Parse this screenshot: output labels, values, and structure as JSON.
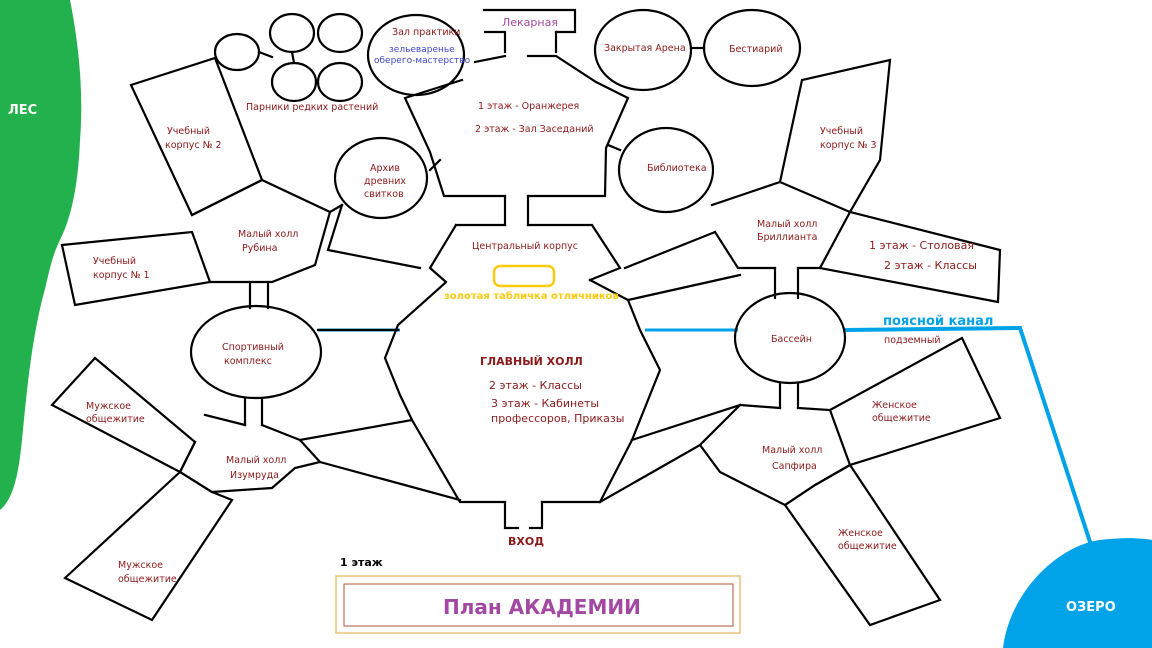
{
  "colors": {
    "forest": "#22b14c",
    "water": "#00a2e8",
    "label": "#8a1a1a",
    "title": "#a349a4",
    "plaque": "#ffc90e",
    "frame": "#e8c27a",
    "frame_inner": "#b5533c",
    "herbal": "#3f48cc"
  },
  "areas": {
    "forest": "ЛЕС",
    "lake": "ОЗЕРО",
    "canal": "поясной канал",
    "canal_sub": "подземный"
  },
  "rooms": {
    "lekarnaya": "Лекарная",
    "practice_hall": "Зал практики",
    "practice_sub1": "зельеваренье",
    "practice_sub2": "оберего-мастерство",
    "closed_arena": "Закрытая Арена",
    "bestiary": "Бестиарий",
    "greenhouses": "Парники редких растений",
    "greenhouse_floor1": "1 этаж - Оранжерея",
    "greenhouse_floor2": "2 этаж - Зал Заседаний",
    "archive_l1": "Архив",
    "archive_l2": "древних",
    "archive_l3": "свитков",
    "library": "Библиотека",
    "building2_l1": "Учебный",
    "building2_l2": "корпус № 2",
    "building3_l1": "Учебный",
    "building3_l2": "корпус № 3",
    "building1_l1": "Учебный",
    "building1_l2": "корпус № 1",
    "ruby_l1": "Малый холл",
    "ruby_l2": "Рубина",
    "brilliant_l1": "Малый холл",
    "brilliant_l2": "Бриллианта",
    "canteen_floor1": "1 этаж - Столовая",
    "canteen_floor2": "2 этаж - Классы",
    "central": "Центральный корпус",
    "plaque": "золотая табличка отличников",
    "sports_l1": "Спортивный",
    "sports_l2": "комплекс",
    "pool": "Бассейн",
    "main_hall": "ГЛАВНЫЙ ХОЛЛ",
    "main_floor2": "2 этаж - Классы",
    "main_floor3a": "3 этаж - Кабинеты",
    "main_floor3b": "профессоров, Приказы",
    "dorm_m1_l1": "Мужское",
    "dorm_m1_l2": "общежитие",
    "dorm_m2_l1": "Мужское",
    "dorm_m2_l2": "общежитие",
    "dorm_f1_l1": "Женское",
    "dorm_f1_l2": "общежитие",
    "dorm_f2_l1": "Женское",
    "dorm_f2_l2": "общежитие",
    "emerald_l1": "Малый холл",
    "emerald_l2": "Изумруда",
    "sapphire_l1": "Малый холл",
    "sapphire_l2": "Сапфира",
    "entrance": "ВХОД"
  },
  "footer": {
    "floor": "1 этаж",
    "title": "План АКАДЕМИИ"
  }
}
